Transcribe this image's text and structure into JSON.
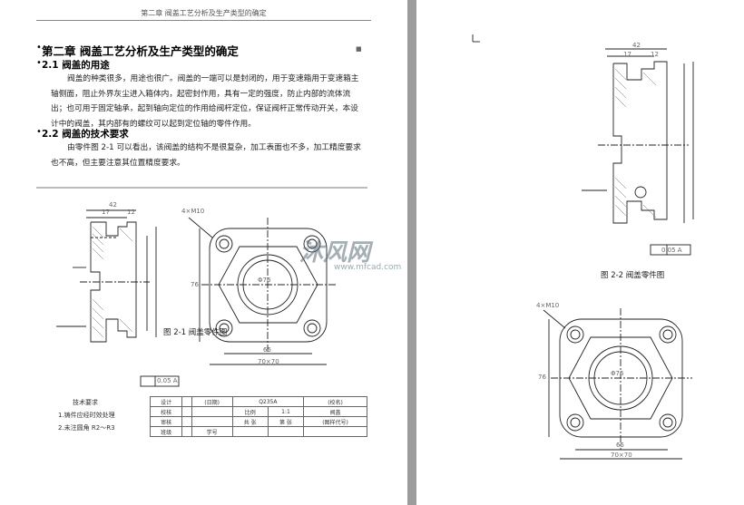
{
  "header": {
    "text": "第二章  阀盖工艺分析及生产类型的确定"
  },
  "chapter": {
    "title": "第二章  阀盖工艺分析及生产类型的确定"
  },
  "sec1": {
    "title": "2.1 阀盖的用途",
    "body": "阀盖的种类很多，用途也很广。阀盖的一端可以是封闭的，用于变速箱用于变速箱主轴侧面，阻止外界灰尘进入箱体内，起密封作用，具有一定的强度，防止内部的流体流出；也可用于固定轴承，起到轴向定位的作用给阀杆定位，保证阀杆正常传动开关，本设计中的阀盖，其内部有的螺纹可以起到定位轴的零件作用。"
  },
  "sec2": {
    "title": "2.2 阀盖的技术要求",
    "body": "由零件图 2-1 可以看出，该阀盖的结构不是很复杂，加工表面也不多，加工精度要求也不高，但主要注意其位置精度要求。"
  },
  "figure_left": {
    "caption": "图 2-1  阀盖零件图",
    "tolerance": "0.05 A",
    "thread": "4×M10",
    "dims": {
      "d42": "42",
      "d17": "17",
      "d12": "12",
      "d65": "65",
      "d70": "70×70",
      "d76": "76",
      "phi": "Φ76"
    }
  },
  "tech_req": {
    "title": "技术要求",
    "lines": [
      "1.铸件应经时效处理",
      "2.未注圆角 R2～R3"
    ]
  },
  "title_block": {
    "r1": [
      "设计",
      "",
      "(日期)",
      "Q235A",
      "",
      "(校名)"
    ],
    "r2": [
      "校核",
      "",
      "",
      "比例",
      "1:1",
      "阀盖"
    ],
    "r3": [
      "审核",
      "",
      "",
      "共 张",
      "第 张",
      "(图样代号)"
    ],
    "r4": [
      "班级",
      "",
      "学号",
      "",
      "",
      ""
    ]
  },
  "watermark": {
    "main": "沐风网",
    "sub": "www.mfcad.com"
  },
  "figure_right": {
    "caption": "图 2-2  阀盖零件图",
    "tolerance": "0.05 A",
    "thread": "4×M10",
    "dims": {
      "d42": "42",
      "d17": "17",
      "d12": "12",
      "d65": "65",
      "d70": "70×70",
      "d76": "76",
      "phi": "Φ76"
    }
  }
}
